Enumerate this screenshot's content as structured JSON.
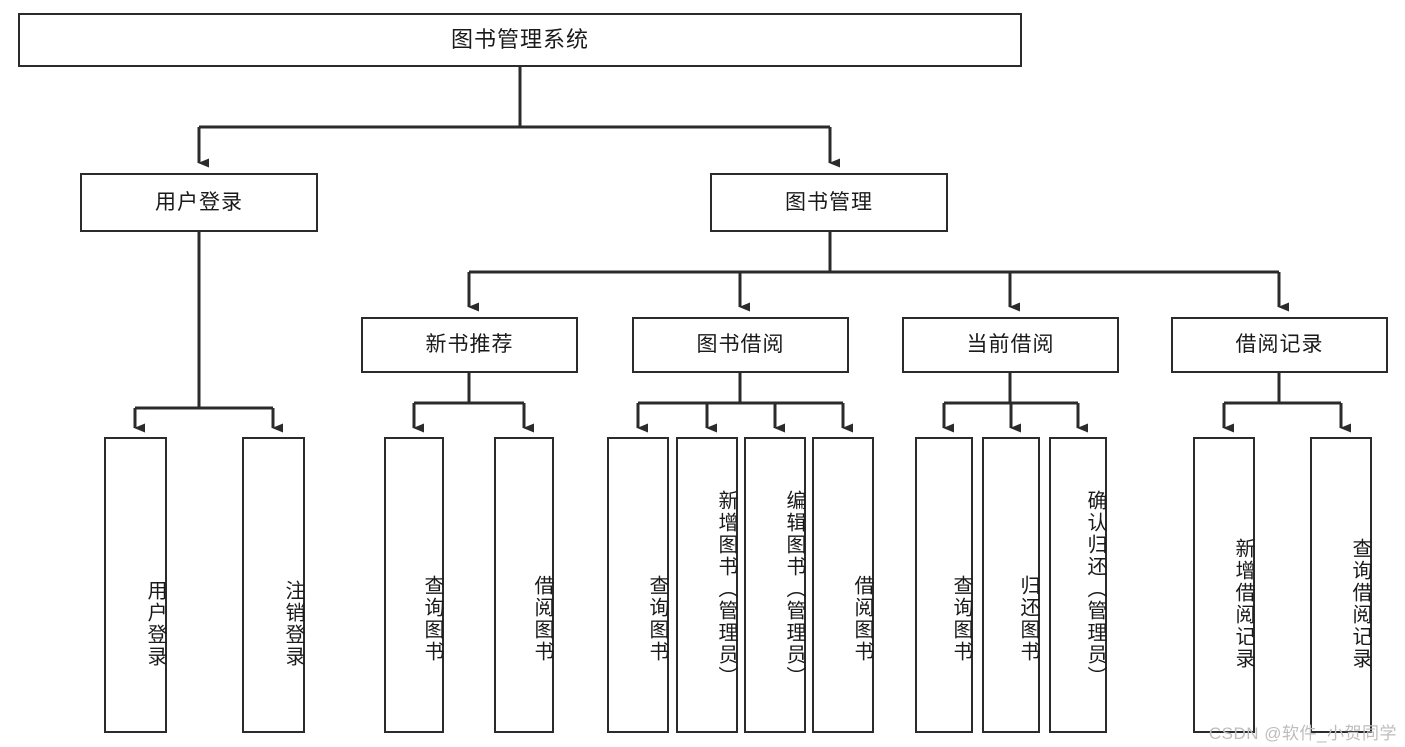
{
  "diagram": {
    "title": "图书管理系统",
    "watermark": "CSDN @软件_小贺同学",
    "colors": {
      "stroke": "#2b2b2b",
      "fill": "#ffffff",
      "text": "#1a1a1a",
      "watermark": "#bdbdbd"
    },
    "root": {
      "label": "图书管理系统"
    },
    "level1": [
      {
        "label": "用户登录"
      },
      {
        "label": "图书管理"
      }
    ],
    "level2": [
      {
        "label": "新书推荐"
      },
      {
        "label": "图书借阅"
      },
      {
        "label": "当前借阅"
      },
      {
        "label": "借阅记录"
      }
    ],
    "leaves": {
      "user_login": [
        {
          "label": "用户登录"
        },
        {
          "label": "注销登录"
        }
      ],
      "new_book": [
        {
          "label": "查询图书"
        },
        {
          "label": "借阅图书"
        }
      ],
      "book_borrow": [
        {
          "label": "查询图书"
        },
        {
          "label": "新增图书（管理员）"
        },
        {
          "label": "编辑图书（管理员）"
        },
        {
          "label": "借阅图书"
        }
      ],
      "current_borrow": [
        {
          "label": "查询图书"
        },
        {
          "label": "归还图书"
        },
        {
          "label": "确认归还（管理员）"
        }
      ],
      "borrow_record": [
        {
          "label": "新增借阅记录"
        },
        {
          "label": "查询借阅记录"
        }
      ]
    }
  }
}
